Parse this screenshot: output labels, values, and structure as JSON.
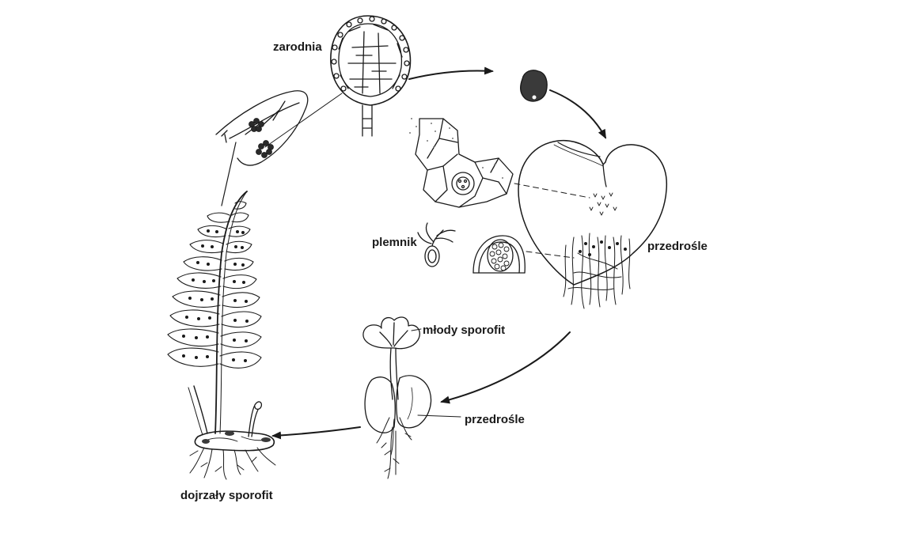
{
  "labels": {
    "sporangium": "zarodnia",
    "sperm": "plemnik",
    "prothallus": "przedrośle",
    "young_sporophyte": "młody sporofit",
    "prothallus_small": "przedrośle",
    "mature_sporophyte": "dojrzały sporofit"
  },
  "colors": {
    "ink": "#1a1a1a",
    "stipple": "#555555",
    "background": "#ffffff"
  }
}
